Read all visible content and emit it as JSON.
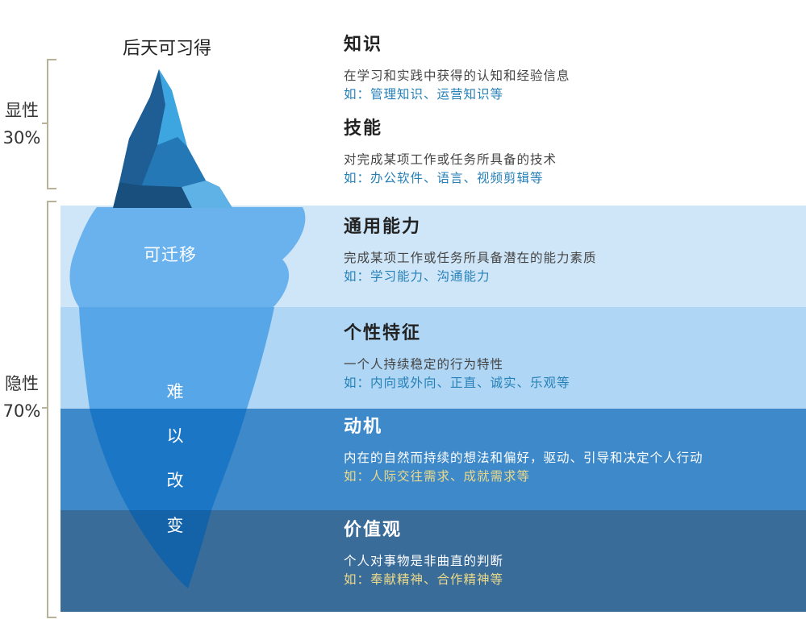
{
  "top_label": "后天可习得",
  "iceberg": {
    "transferable": "可迁移",
    "hard_to_change": [
      "难",
      "以",
      "改",
      "变"
    ]
  },
  "sides": {
    "visible": {
      "label": "显性",
      "percent": "30%"
    },
    "hidden": {
      "label": "隐性",
      "percent": "70%"
    }
  },
  "items": [
    {
      "title": "知识",
      "desc": "在学习和实践中获得的认知和经验信息",
      "example": "如：管理知识、运营知识等"
    },
    {
      "title": "技能",
      "desc": "对完成某项工作或任务所具备的技术",
      "example": "如：办公软件、语言、视频剪辑等"
    },
    {
      "title": "通用能力",
      "desc": "完成某项工作或任务所具备潜在的能力素质",
      "example": "如：学习能力、沟通能力"
    },
    {
      "title": "个性特征",
      "desc": "一个人持续稳定的行为特性",
      "example": "如：内向或外向、正直、诚实、乐观等"
    },
    {
      "title": "动机",
      "desc": "内在的自然而持续的想法和偏好，驱动、引导和决定个人行动",
      "example": "如：人际交往需求、成就需求等"
    },
    {
      "title": "价值观",
      "desc": "个人对事物是非曲直的判断",
      "example": "如：奉献精神、合作精神等"
    }
  ],
  "colors": {
    "band_1": "#cfe6f8",
    "band_2": "#afd6f4",
    "band_3": "#3d89c9",
    "band_4": "#3a6c99",
    "example_dark": "#2680b8",
    "example_light": "#ecd98a"
  }
}
